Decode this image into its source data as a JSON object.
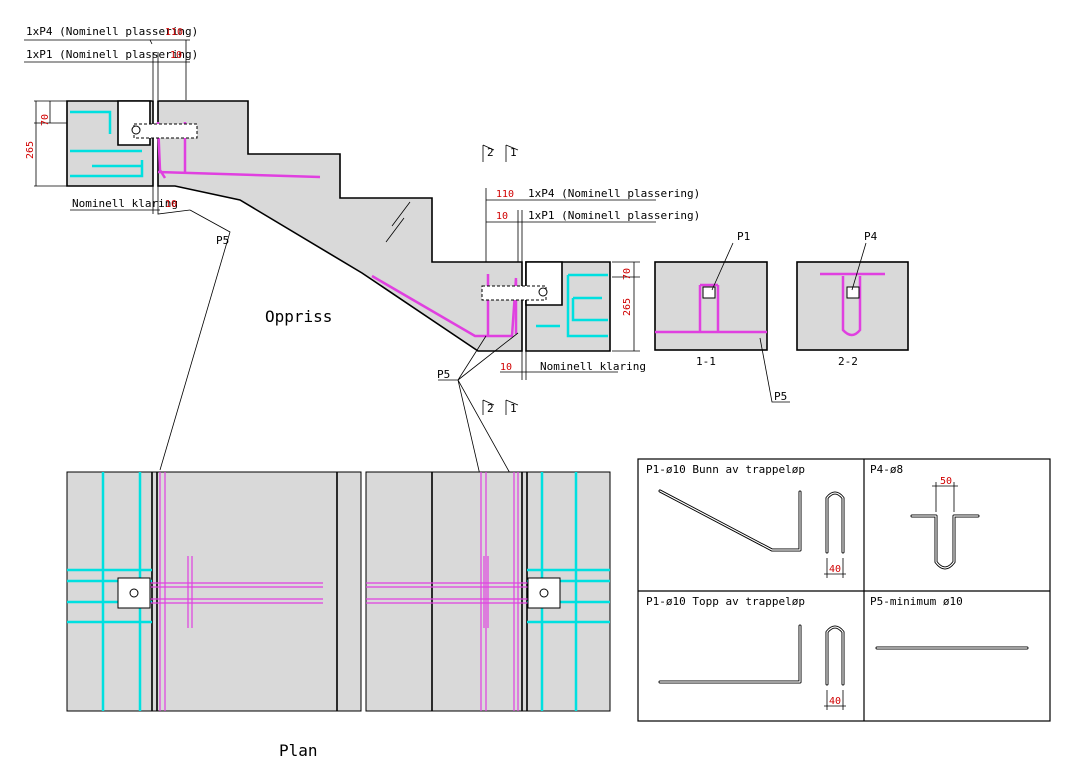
{
  "labels": {
    "p4_top": "1xP4 (Nominell plassering)",
    "p1_top": "1xP1 (Nominell plassering)",
    "dim_110_top": "110",
    "dim_10_top": "10",
    "dim_70_left": "70",
    "dim_265_left": "265",
    "klaring_left": "Nominell klaring",
    "dim_10_klaring_left": "10",
    "p5_left": "P5",
    "section2_top": "2",
    "section1_top": "1",
    "oppriss": "Oppriss",
    "p4_mid": "1xP4 (Nominell plassering)",
    "p1_mid": "1xP1 (Nominell plassering)",
    "dim_110_mid": "110",
    "dim_10_mid": "10",
    "dim_70_right": "70",
    "dim_265_right": "265",
    "klaring_right": "Nominell klaring",
    "dim_10_klaring_right": "10",
    "p5_mid": "P5",
    "section2_bot": "2",
    "section1_bot": "1",
    "p1_callout": "P1",
    "p4_callout": "P4",
    "section_1_1": "1-1",
    "section_2_2": "2-2",
    "p5_right": "P5",
    "plan": "Plan"
  },
  "schedule": {
    "cell_1": "P1-ø10 Bunn av trappeløp",
    "cell_2": "P4-ø8",
    "cell_2_dim": "50",
    "cell_3": "P1-ø10 Topp av trappeløp",
    "cell_4": "P5-minimum ø10",
    "dim_40_a": "40",
    "dim_40_b": "40"
  },
  "colors": {
    "concrete": "#d9d9d9",
    "rebar_cyan": "#00e0e0",
    "rebar_magenta": "#e040e0",
    "dimension_red": "#d00000"
  }
}
